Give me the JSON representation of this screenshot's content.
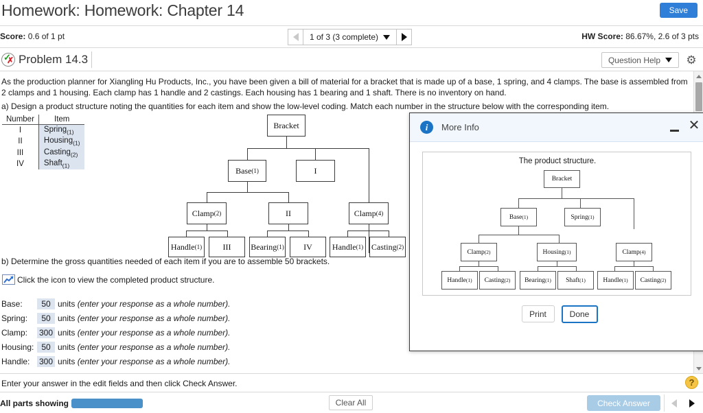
{
  "header": {
    "title": "Homework: Homework: Chapter 14",
    "save_label": "Save"
  },
  "scorebar": {
    "score_label": "Score:",
    "score_value": " 0.6 of 1 pt",
    "nav_value": "1 of 3 (3 complete)",
    "hw_label": "HW Score:",
    "hw_value": " 86.67%, 2.6 of 3 pts"
  },
  "problem": {
    "title": "Problem 14.3",
    "question_help_label": "Question Help",
    "gear_icon": "gear-icon"
  },
  "body": {
    "intro": "As the production planner for Xiangling Hu Products, Inc., you have been given a bill of material for a bracket that is made up of a base, 1 spring, and 4 clamps. The base is assembled from 2 clamps and 1 housing. Each clamp has 1 handle and 2 castings. Each housing has 1 bearing and 1 shaft. There is no inventory on hand.",
    "part_a": "a) Design a product structure noting the quantities for each item and show the low-level coding. Match each number in the structure below with the corresponding item.",
    "part_b": "b) Determine the gross quantities needed of each item if you are to assemble 50 brackets.",
    "icon_text": "Click the icon to view the completed product structure.",
    "bottom_note": "Enter your answer in the edit fields and then click Check Answer."
  },
  "legend_table": {
    "headers": [
      "Number",
      "Item"
    ],
    "rows": [
      {
        "number": "I",
        "item": "Spring",
        "qty": "(1)"
      },
      {
        "number": "II",
        "item": "Housing",
        "qty": "(1)"
      },
      {
        "number": "III",
        "item": "Casting",
        "qty": "(2)"
      },
      {
        "number": "IV",
        "item": "Shaft",
        "qty": "(1)"
      }
    ]
  },
  "problem_tree": {
    "nodes": [
      {
        "id": "bracket",
        "label": "Bracket",
        "qty": ""
      },
      {
        "id": "base",
        "label": "Base",
        "qty": "(1)"
      },
      {
        "id": "romanI",
        "label": "I",
        "qty": ""
      },
      {
        "id": "clamp2",
        "label": "Clamp",
        "qty": "(2)"
      },
      {
        "id": "romanII",
        "label": "II",
        "qty": ""
      },
      {
        "id": "clamp4",
        "label": "Clamp",
        "qty": "(4)"
      },
      {
        "id": "handle1",
        "label": "Handle",
        "qty": "(1)"
      },
      {
        "id": "romanIII",
        "label": "III",
        "qty": ""
      },
      {
        "id": "bearing",
        "label": "Bearing",
        "qty": "(1)"
      },
      {
        "id": "romanIV",
        "label": "IV",
        "qty": ""
      },
      {
        "id": "handle2",
        "label": "Handle",
        "qty": "(1)"
      },
      {
        "id": "casting2",
        "label": "Casting",
        "qty": "(2)"
      }
    ]
  },
  "answers": {
    "units_label": "units",
    "hint": "(enter your response as a whole number).",
    "rows": [
      {
        "label": "Base:",
        "value": "50"
      },
      {
        "label": "Spring:",
        "value": "50"
      },
      {
        "label": "Clamp:",
        "value": "300"
      },
      {
        "label": "Housing:",
        "value": "50"
      },
      {
        "label": "Handle:",
        "value": "300"
      }
    ]
  },
  "dialog": {
    "title": "More Info",
    "caption": "The product structure.",
    "print_label": "Print",
    "done_label": "Done",
    "tree": {
      "nodes": [
        {
          "id": "d-bracket",
          "label": "Bracket",
          "qty": ""
        },
        {
          "id": "d-base",
          "label": "Base",
          "qty": "(1)"
        },
        {
          "id": "d-spring",
          "label": "Spring",
          "qty": "(1)"
        },
        {
          "id": "d-clamp2",
          "label": "Clamp",
          "qty": "(2)"
        },
        {
          "id": "d-housing",
          "label": "Housing",
          "qty": "(1)"
        },
        {
          "id": "d-clamp4",
          "label": "Clamp",
          "qty": "(4)"
        },
        {
          "id": "d-handle1",
          "label": "Handle",
          "qty": "(1)"
        },
        {
          "id": "d-casting1",
          "label": "Casting",
          "qty": "(2)"
        },
        {
          "id": "d-bearing",
          "label": "Bearing",
          "qty": "(1)"
        },
        {
          "id": "d-shaft",
          "label": "Shaft",
          "qty": "(1)"
        },
        {
          "id": "d-handle2",
          "label": "Handle",
          "qty": "(1)"
        },
        {
          "id": "d-casting2",
          "label": "Casting",
          "qty": "(2)"
        }
      ]
    }
  },
  "footer": {
    "all_parts_label": "All parts showing",
    "clear_all_label": "Clear All",
    "check_answer_label": "Check Answer",
    "help_icon": "question-mark-icon"
  },
  "colors": {
    "accent": "#2f7ed8",
    "field_bg": "#dce4f0",
    "progress": "#4a90c9",
    "disabled_button": "#a9cce6",
    "dialog_header": "#f2f7fd"
  }
}
